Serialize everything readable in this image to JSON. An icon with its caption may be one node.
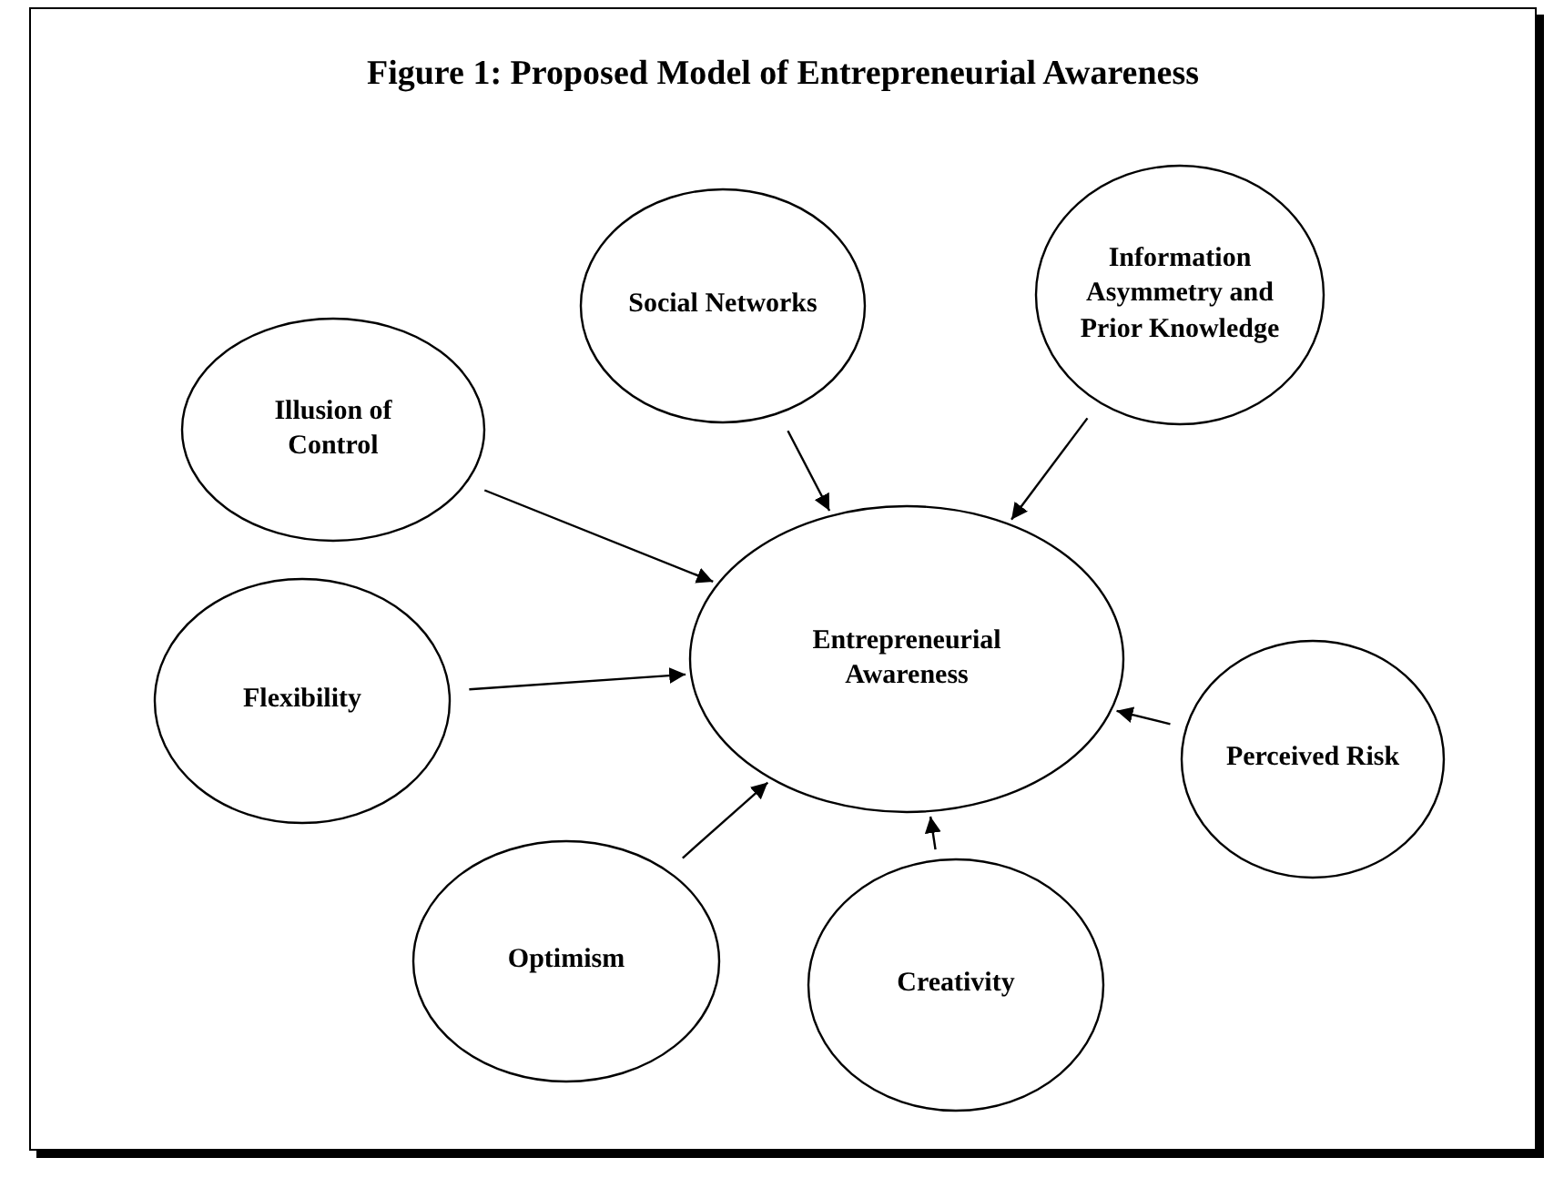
{
  "diagram": {
    "title": "Figure 1: Proposed Model of Entrepreneurial Awareness",
    "nodes": [
      {
        "text": [
          "Social Networks"
        ]
      },
      {
        "text": [
          "Information Asymmetry and Prior Knowledge"
        ]
      },
      {
        "text": [
          "Illusion of Control"
        ]
      },
      {
        "text": [
          "Entrepreneurial Awareness"
        ]
      },
      {
        "text": [
          "Flexibility"
        ]
      },
      {
        "text": [
          "Perceived Risk"
        ]
      },
      {
        "text": [
          "Optimism"
        ]
      },
      {
        "text": [
          "Creativity"
        ]
      }
    ],
    "edges": [
      {
        "from": 0,
        "to": 3,
        "arrow": "to"
      },
      {
        "from": 1,
        "to": 3,
        "arrow": "to"
      },
      {
        "from": 2,
        "to": 3,
        "arrow": "to"
      },
      {
        "from": 4,
        "to": 3,
        "arrow": "to"
      },
      {
        "from": 5,
        "to": 3,
        "arrow": "to"
      },
      {
        "from": 6,
        "to": 3,
        "arrow": "to"
      },
      {
        "from": 7,
        "to": 3,
        "arrow": "to"
      }
    ]
  }
}
